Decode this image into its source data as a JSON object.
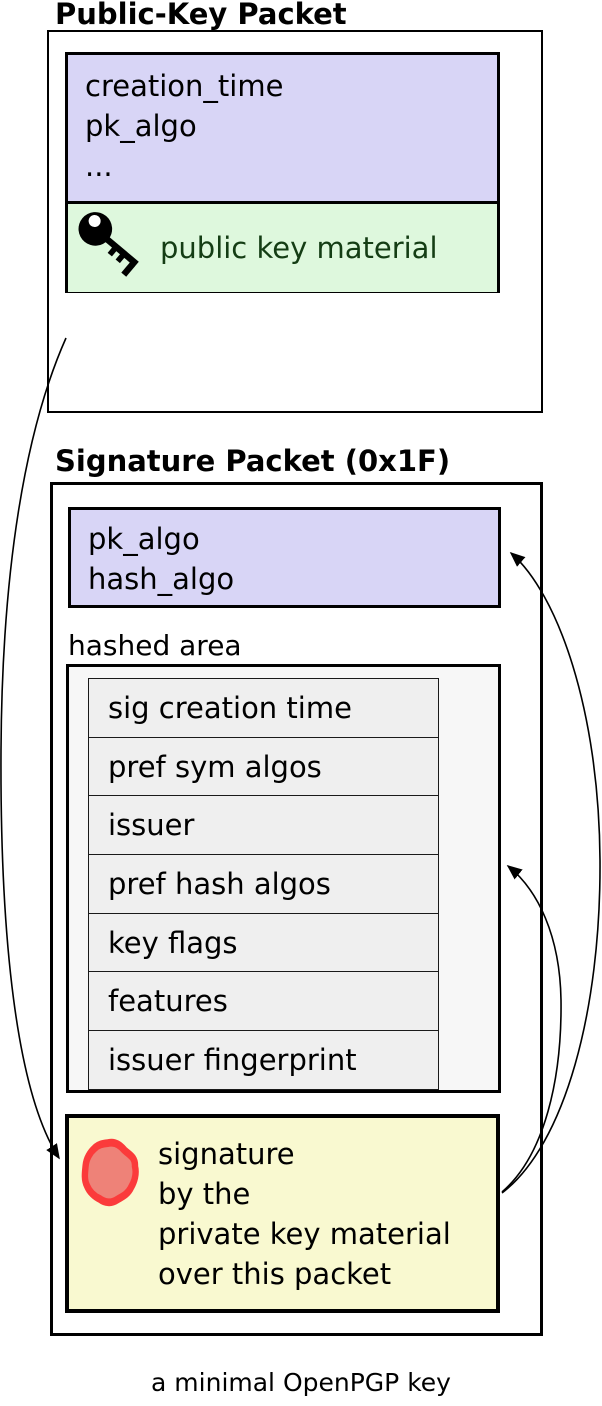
{
  "titles": {
    "public_key_packet": "Public-Key Packet",
    "signature_packet": "Signature Packet (0x1F)"
  },
  "public_key_packet": {
    "header_fields": [
      "creation_time",
      "pk_algo",
      "..."
    ],
    "key_icon": "key-icon",
    "key_material_label": "public key material"
  },
  "signature_packet": {
    "algo_fields": [
      "pk_algo",
      "hash_algo"
    ],
    "hashed_area_label": "hashed area",
    "subpackets": [
      "sig creation time",
      "pref sym algos",
      "issuer",
      "pref hash algos",
      "key flags",
      "features",
      "issuer fingerprint"
    ],
    "seal_icon": "seal-icon",
    "signature_lines": [
      "signature",
      "by the",
      "private key material",
      "over this packet"
    ]
  },
  "caption": "a minimal OpenPGP key",
  "arrows": [
    "public-key-packet-to-signature",
    "signature-to-algo-fields",
    "signature-to-hashed-area"
  ],
  "colors": {
    "field_purple": "#d8d5f6",
    "key_material_green": "#def8dd",
    "key_material_text": "#143d14",
    "hashed_area_bg": "#f7f7f7",
    "subpacket_row_bg": "#efefef",
    "signature_yellow": "#f9f9d0",
    "seal_ring": "#fb3b3b",
    "seal_fill": "#ee8278",
    "line_black": "#000000"
  }
}
